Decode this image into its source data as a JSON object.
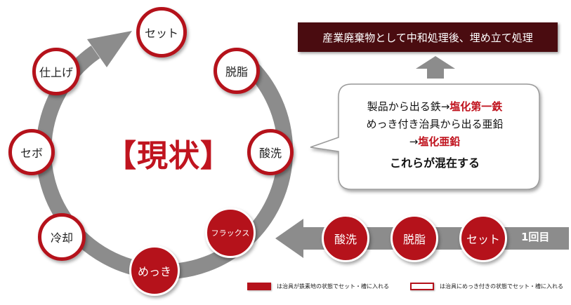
{
  "cycle": {
    "center_label": "【現状】",
    "nodes": {
      "set": "セット",
      "degrease": "脱脂",
      "pickling": "酸洗",
      "flux": "フラックス",
      "plating": "めっき",
      "cooling": "冷却",
      "sebo": "セボ",
      "finishing": "仕上げ"
    }
  },
  "result_box": "産業廃棄物として中和処理後、埋め立て処理",
  "bubble": {
    "line1_prefix": "製品から出る鉄→",
    "line1_red": "塩化第一鉄",
    "line2": "めっき付き治具から出る亜鉛",
    "line3_prefix": "→",
    "line3_red": "塩化亜鉛",
    "line4": "これらが混在する"
  },
  "first_round": {
    "label": "1回目",
    "steps": [
      "酸洗",
      "脱脂",
      "セット"
    ]
  },
  "legend": [
    {
      "style": "filled",
      "text": "は治具が鉄素地の状態でセット・槽に入れる"
    },
    {
      "style": "outline",
      "text": "は治具にめっき付きの状態でセット・槽に入れる"
    }
  ],
  "colors": {
    "accent_red": "#b5121b",
    "dark_maroon": "#4a0c10",
    "arrow_gray": "#8c8c8c"
  }
}
